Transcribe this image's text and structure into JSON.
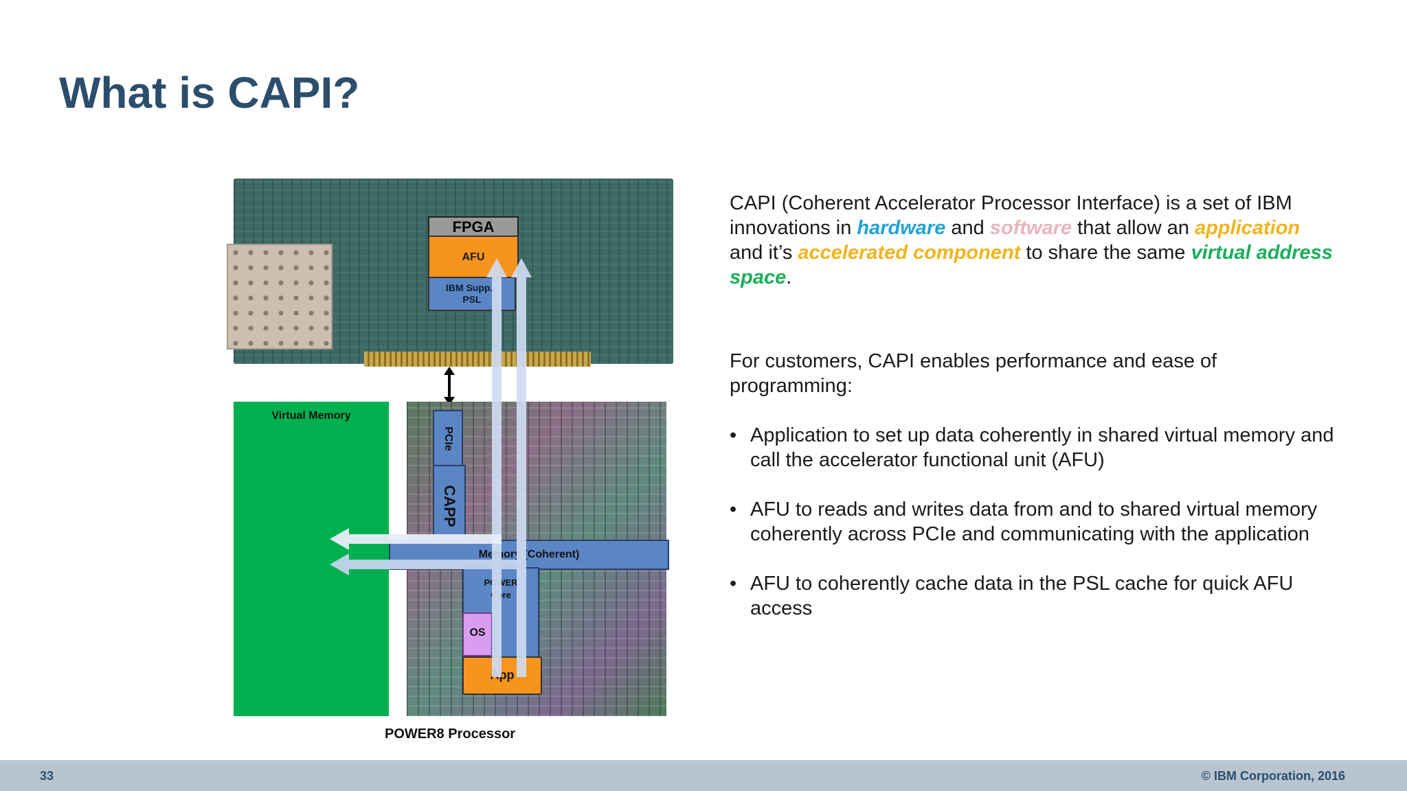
{
  "slide": {
    "title": "What is CAPI?",
    "page_number": "33",
    "copyright": "© IBM Corporation, 2016"
  },
  "diagram": {
    "fpga_label": "FPGA",
    "afu_label": "AFU",
    "psl_line1": "IBM Supp...",
    "psl_line2": "PSL",
    "virtual_memory_label": "Virtual Memory",
    "pcie_label": "PCIe",
    "capp_label": "CAPP",
    "memory_label": "Memory (Coherent)",
    "core_line1": "POWER",
    "core_line2": "Core",
    "os_label": "OS",
    "app_label": "App",
    "processor_label": "POWER8 Processor"
  },
  "text": {
    "p1_a": "CAPI (Coherent Accelerator Processor Interface) is a set of IBM innovations in ",
    "p1_hardware": "hardware",
    "p1_b": " and ",
    "p1_software": "software",
    "p1_c": " that allow an ",
    "p1_application": "application",
    "p1_d": " and it’s ",
    "p1_accelerated": "accelerated component",
    "p1_e": " to share the same ",
    "p1_virtual": "virtual address space",
    "p1_f": ".",
    "p2": "For customers, CAPI enables performance and ease of programming:",
    "bullets": [
      "Application to set up data coherently in shared virtual memory and call the accelerator functional unit (AFU)",
      "AFU to reads and writes data from and to shared virtual memory coherently across PCIe and communicating with the application",
      "AFU to coherently cache data in the PSL cache for quick AFU access"
    ]
  },
  "colors": {
    "title": "#2c4e6e",
    "hardware": "#1fa3d9",
    "software": "#e8b5bc",
    "application": "#f0b41c",
    "virtual_address_space": "#1aae5a",
    "virtual_memory_block": "#00b050",
    "afu_block": "#f7941d",
    "blue_block": "#5b86c5",
    "footer": "#b8c4cf"
  }
}
